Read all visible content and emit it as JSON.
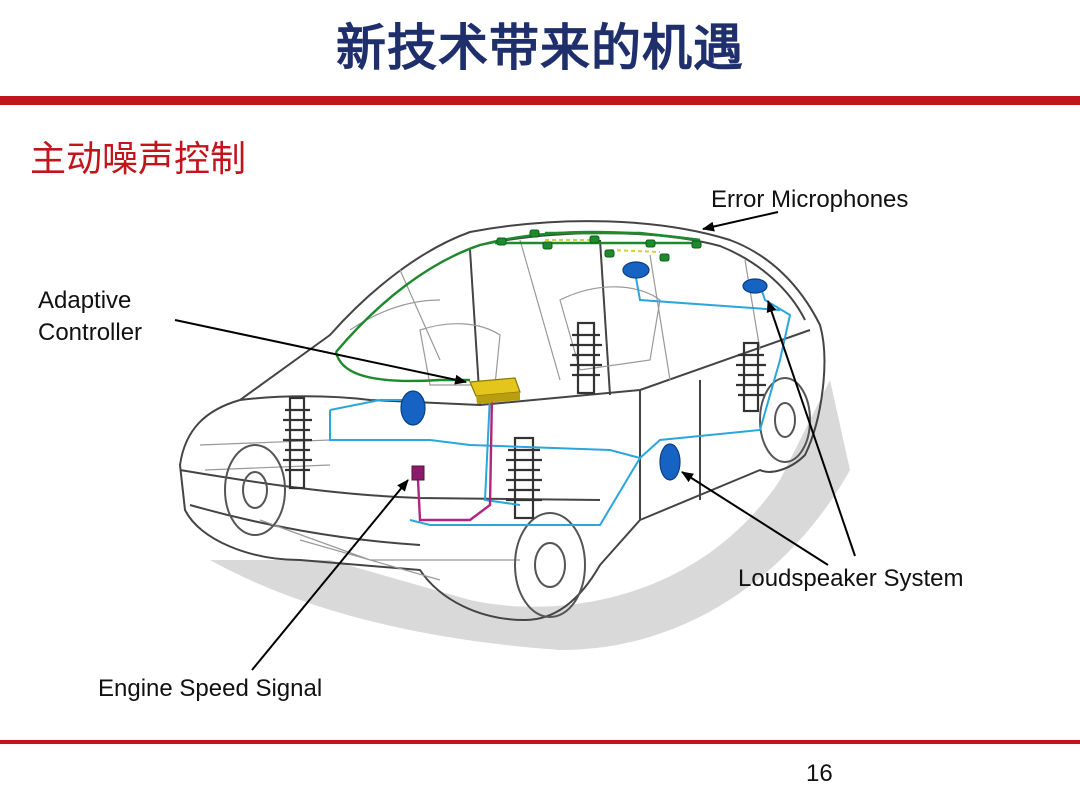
{
  "slide": {
    "title": "新技术带来的机遇",
    "subtitle": "主动噪声控制",
    "page_number": "16"
  },
  "labels": {
    "error_microphones": "Error Microphones",
    "adaptive_controller_line1": "Adaptive",
    "adaptive_controller_line2": "Controller",
    "loudspeaker_system": "Loudspeaker System",
    "engine_speed_signal": "Engine Speed Signal"
  },
  "colors": {
    "title": "#1f2f6b",
    "accent_rule": "#c0151b",
    "mic_wire": "#1e8a2e",
    "speaker_wire": "#2aa6dc",
    "signal_wire": "#b0257e",
    "controller": "#e3c51c",
    "speaker": "#1663c4"
  }
}
